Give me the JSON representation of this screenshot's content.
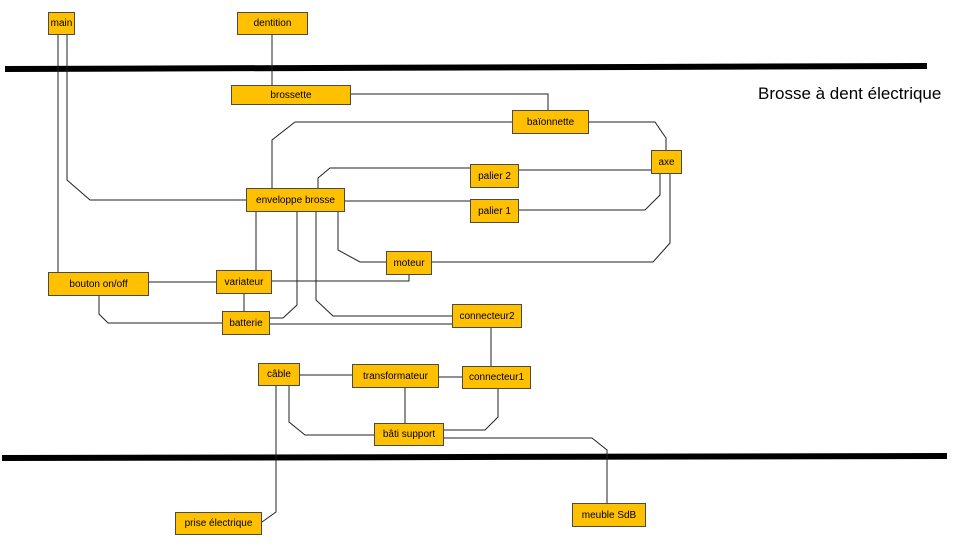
{
  "title": "Brosse à dent électrique",
  "nodes": {
    "main": "main",
    "dentition": "dentition",
    "brossette": "brossette",
    "baionnette": "baïonnette",
    "axe": "axe",
    "palier2": "palier 2",
    "palier1": "palier 1",
    "enveloppe": "enveloppe brosse",
    "moteur": "moteur",
    "bouton": "bouton on/off",
    "variateur": "variateur",
    "batterie": "batterie",
    "connecteur2": "connecteur2",
    "cable": "câble",
    "transformateur": "transformateur",
    "connecteur1": "connecteur1",
    "bati": "bâti support",
    "prise": "prise électrique",
    "meuble": "meuble SdB"
  },
  "colors": {
    "node_fill": "#ffc000",
    "line": "#222222",
    "boundary": "#000000"
  }
}
